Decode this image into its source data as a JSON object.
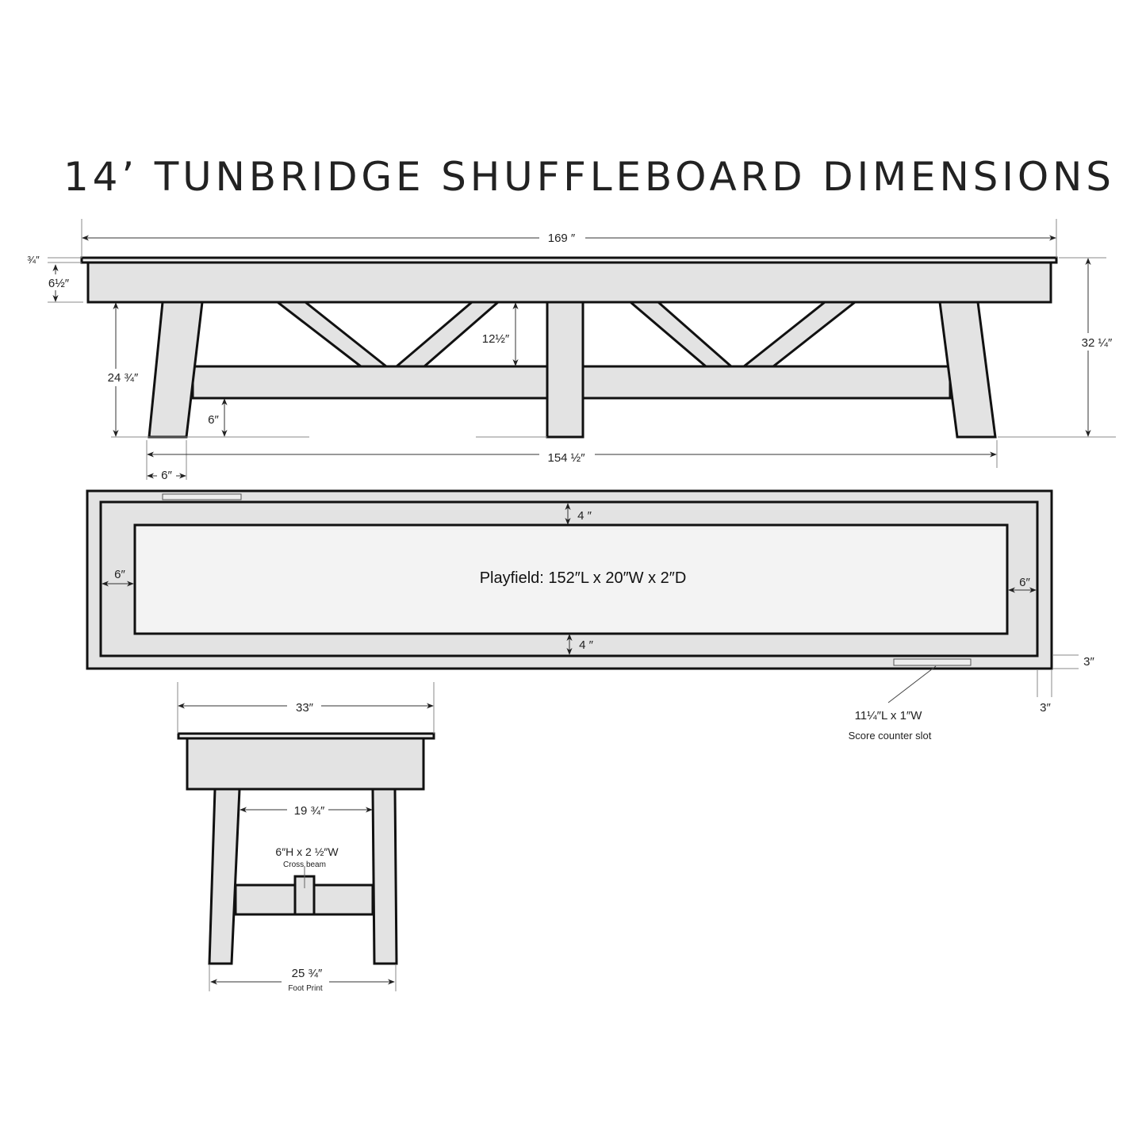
{
  "title": "14’ TUNBRIDGE SHUFFLEBOARD DIMENSIONS",
  "side_view": {
    "overall_length": "169 ″",
    "top_thickness": "¾″",
    "apron_height": "6½″",
    "leg_height": "24 ¾″",
    "brace_height": "12½″",
    "stretcher_clearance": "6″",
    "overall_height": "32 ¼″",
    "footprint_length": "154 ½″",
    "leg_width": "6″"
  },
  "top_view": {
    "playfield": "Playfield: 152″L  x  20″W  x  2″D",
    "top_gutter": "4 ″",
    "bottom_gutter": "4 ″",
    "left_gutter": "6″",
    "right_gutter": "6″",
    "rail_width": "3″",
    "rail_length": "3″",
    "slot_size": "11¼″L  x  1″W",
    "slot_label": "Score counter slot"
  },
  "end_view": {
    "width": "33″",
    "inner_leg_span": "19 ¾″",
    "cross_beam_size": "6″H x 2 ½″W",
    "cross_beam_label": "Cross beam",
    "footprint_width": "25 ¾″",
    "footprint_label": "Foot Print"
  },
  "colors": {
    "part_fill": "#e3e3e3",
    "outline": "#111111"
  }
}
